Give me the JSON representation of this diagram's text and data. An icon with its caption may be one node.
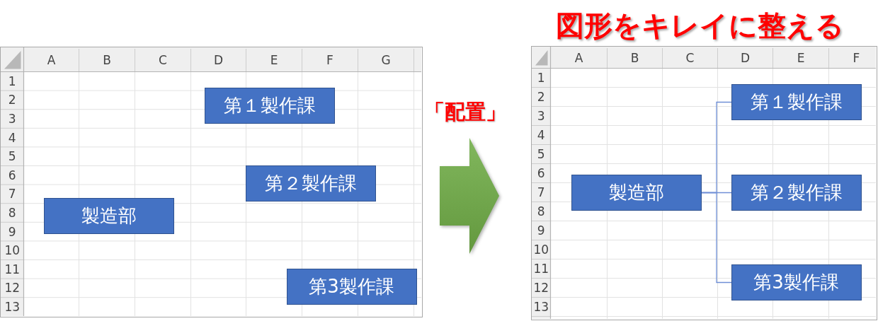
{
  "diagram": {
    "title": "図形をキレイに整える",
    "nodes": [
      {
        "text": [
          "A",
          "B",
          "C",
          "D",
          "E",
          "F",
          "G",
          "1",
          "2",
          "3",
          "4",
          "5",
          "6",
          "7",
          "8",
          "9",
          "10",
          "11",
          "12",
          "13"
        ]
      },
      {
        "text": [
          "第１製作課"
        ],
        "in": 0
      },
      {
        "text": [
          "第２製作課"
        ],
        "in": 0
      },
      {
        "text": [
          "製造部"
        ],
        "in": 0
      },
      {
        "text": [
          "第3製作課"
        ],
        "in": 0
      },
      {
        "text": [
          "A",
          "B",
          "C",
          "D",
          "E",
          "F",
          "1",
          "2",
          "3",
          "4",
          "5",
          "6",
          "7",
          "8",
          "9",
          "10",
          "11",
          "12",
          "13"
        ]
      },
      {
        "text": [
          "第１製作課"
        ],
        "in": 5
      },
      {
        "text": [
          "製造部"
        ],
        "in": 5
      },
      {
        "text": [
          "第２製作課"
        ],
        "in": 5
      },
      {
        "text": [
          "第3製作課"
        ],
        "in": 5
      }
    ],
    "edges": [
      {
        "from": 0,
        "to": 5,
        "arrow": "to",
        "label": "「配置」",
        "style": "thick",
        "color": "#70ad47"
      },
      {
        "from": 7,
        "to": 6,
        "arrow": "none"
      },
      {
        "from": 7,
        "to": 8,
        "arrow": "none"
      },
      {
        "from": 7,
        "to": 9,
        "arrow": "none"
      }
    ]
  }
}
